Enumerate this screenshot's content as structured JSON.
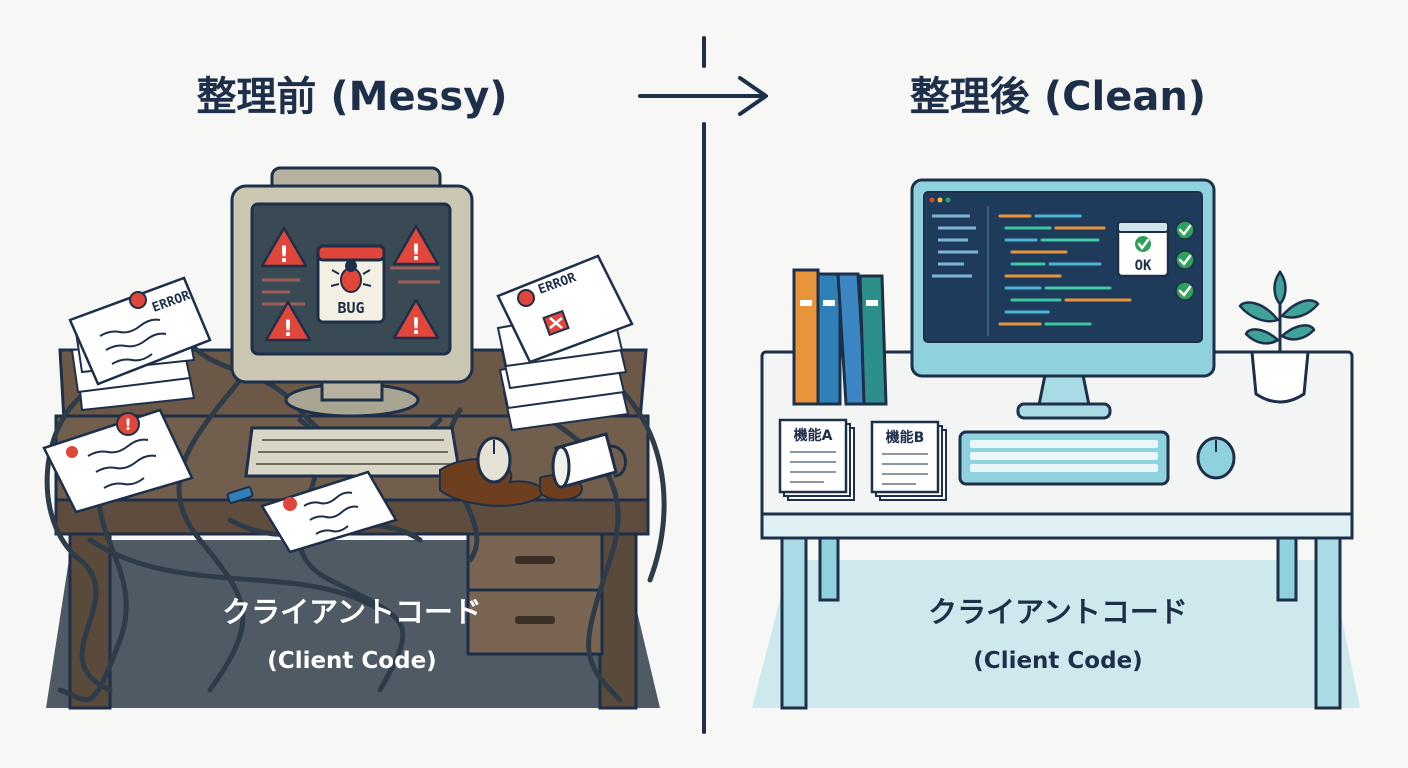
{
  "panels": {
    "before": {
      "title": "整理前 (Messy)",
      "caption_jp": "クライアントコード",
      "caption_en": "(Client Code)",
      "screen_label": "BUG",
      "paper_labels": [
        "ERROR",
        "ERROR"
      ]
    },
    "after": {
      "title": "整理後 (Clean)",
      "caption_jp": "クライアントコード",
      "caption_en": "(Client Code)",
      "status_label": "OK",
      "doc_labels": [
        "機能A",
        "機能B"
      ]
    }
  },
  "colors": {
    "ink": "#1e2f4a",
    "danger": "#e0463a",
    "success": "#2fa05a",
    "messy_desk": "#6b5847",
    "clean_desk": "#f2f5f4",
    "clean_accent": "#8fd1dd"
  }
}
